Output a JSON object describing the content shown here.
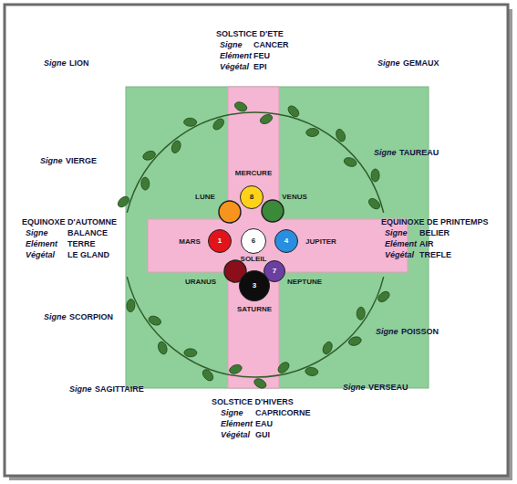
{
  "diagram": {
    "nodes": [
      {
        "text": [
          "8"
        ]
      },
      {
        "text": [
          "1"
        ]
      },
      {
        "text": [
          "6"
        ]
      },
      {
        "text": [
          "4"
        ]
      },
      {
        "text": [
          "7"
        ]
      },
      {
        "text": [
          "3"
        ]
      }
    ],
    "labels": [
      "SOLSTICE D'ETE",
      "Signe",
      "CANCER",
      "Elément",
      "FEU",
      "Végétal",
      "EPI",
      "Signe",
      "LION",
      "Signe",
      "GEMAUX",
      "Signe",
      "VIERGE",
      "Signe",
      "TAUREAU",
      "EQUINOXE D'AUTOMNE",
      "Signe",
      "BALANCE",
      "Elément",
      "TERRE",
      "Végétal",
      "LE GLAND",
      "EQUINOXE DE PRINTEMPS",
      "Signe",
      "BELIER",
      "Elément",
      "AIR",
      "Végétal",
      "TREFLE",
      "Signe",
      "SCORPION",
      "Signe",
      "POISSON",
      "Signe",
      "SAGITTAIRE",
      "Signe",
      "VERSEAU",
      "SOLSTICE D'HIVERS",
      "Signe",
      "CAPRICORNE",
      "Elément",
      "EAU",
      "Végétal",
      "GUI",
      "MERCURE",
      "LUNE",
      "VENUS",
      "MARS",
      "JUPITER",
      "SOLEIL",
      "URANUS",
      "NEPTUNE",
      "SATURNE"
    ]
  }
}
